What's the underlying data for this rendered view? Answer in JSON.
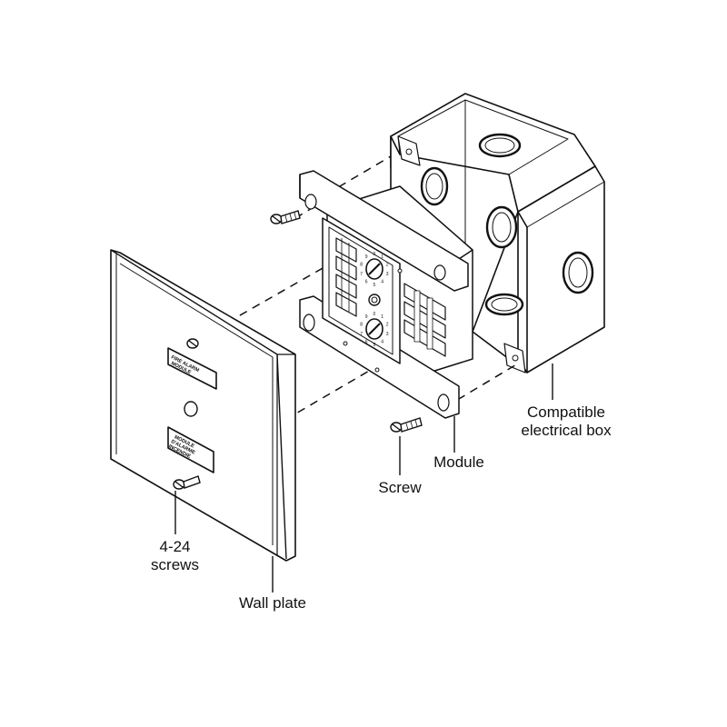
{
  "callouts": {
    "electrical_box": [
      "Compatible",
      "electrical box"
    ],
    "module": "Module",
    "screw": "Screw",
    "plate_screws": [
      "4-24",
      "screws"
    ],
    "wall_plate": "Wall plate"
  },
  "wall_plate_labels": {
    "top": [
      "FIRE ALARM",
      "MODULE"
    ],
    "bottom": [
      "MODULE",
      "D'ALARME",
      "INCENDIE"
    ]
  },
  "module_markings": {
    "dial_numbers_top": [
      "0",
      "1",
      "2",
      "3",
      "4",
      "5",
      "6",
      "7",
      "8",
      "9"
    ],
    "dial_numbers_bottom": [
      "0",
      "1",
      "2",
      "3",
      "4",
      "5",
      "6",
      "7",
      "8",
      "9"
    ]
  },
  "colors": {
    "line": "#111111",
    "fill": "#ffffff",
    "shade": "#e6e6e6"
  }
}
